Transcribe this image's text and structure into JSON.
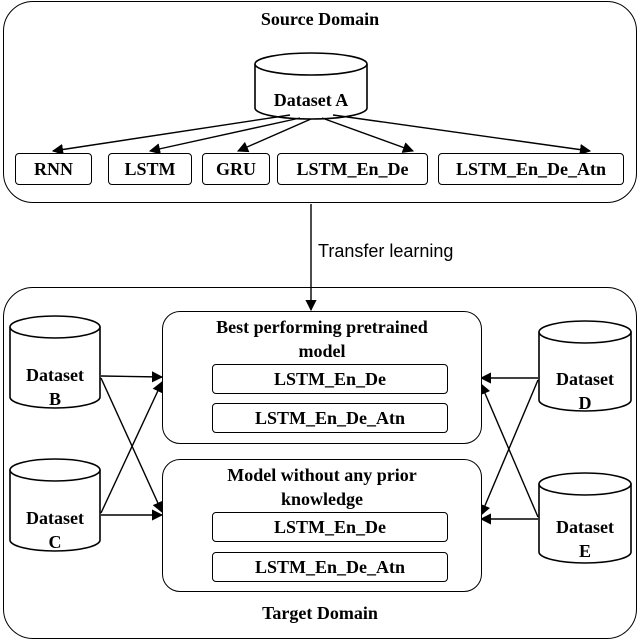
{
  "source_domain": {
    "title": "Source Domain",
    "dataset": "Dataset A",
    "models": [
      "RNN",
      "LSTM",
      "GRU",
      "LSTM_En_De",
      "LSTM_En_De_Atn"
    ]
  },
  "transfer_label": "Transfer learning",
  "target_domain": {
    "title": "Target Domain",
    "pretrained_group": {
      "title_line1": "Best performing pretrained",
      "title_line2": "model",
      "models": [
        "LSTM_En_De",
        "LSTM_En_De_Atn"
      ]
    },
    "scratch_group": {
      "title_line1": "Model without any prior",
      "title_line2": "knowledge",
      "models": [
        "LSTM_En_De",
        "LSTM_En_De_Atn"
      ]
    },
    "datasets": {
      "b": {
        "line1": "Dataset",
        "line2": "B"
      },
      "c": {
        "line1": "Dataset",
        "line2": "C"
      },
      "d": {
        "line1": "Dataset",
        "line2": "D"
      },
      "e": {
        "line1": "Dataset",
        "line2": "E"
      }
    }
  }
}
